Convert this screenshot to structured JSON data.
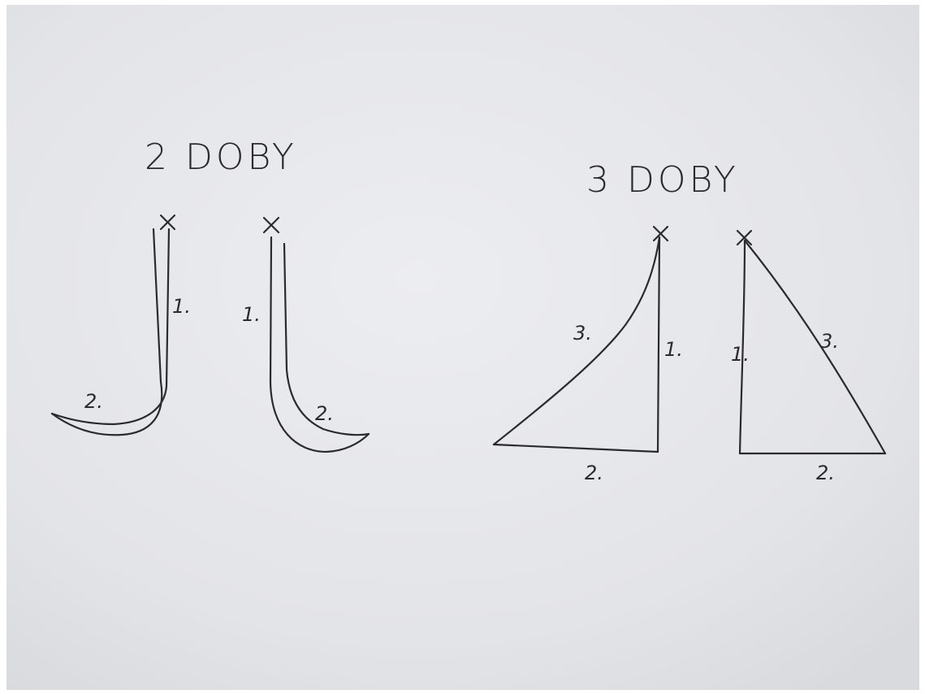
{
  "sections": {
    "two_beats": {
      "title": "2 DOBY",
      "left_figure": {
        "labels": [
          "1.",
          "2."
        ]
      },
      "right_figure": {
        "labels": [
          "1.",
          "2."
        ]
      }
    },
    "three_beats": {
      "title": "3 DOBY",
      "left_figure": {
        "labels": [
          "3.",
          "1.",
          "2."
        ]
      },
      "right_figure": {
        "labels": [
          "1.",
          "3.",
          "2."
        ]
      }
    }
  },
  "start_marker": "×",
  "colors": {
    "paper": "#e6e7ea",
    "ink": "#2b2b2e"
  }
}
